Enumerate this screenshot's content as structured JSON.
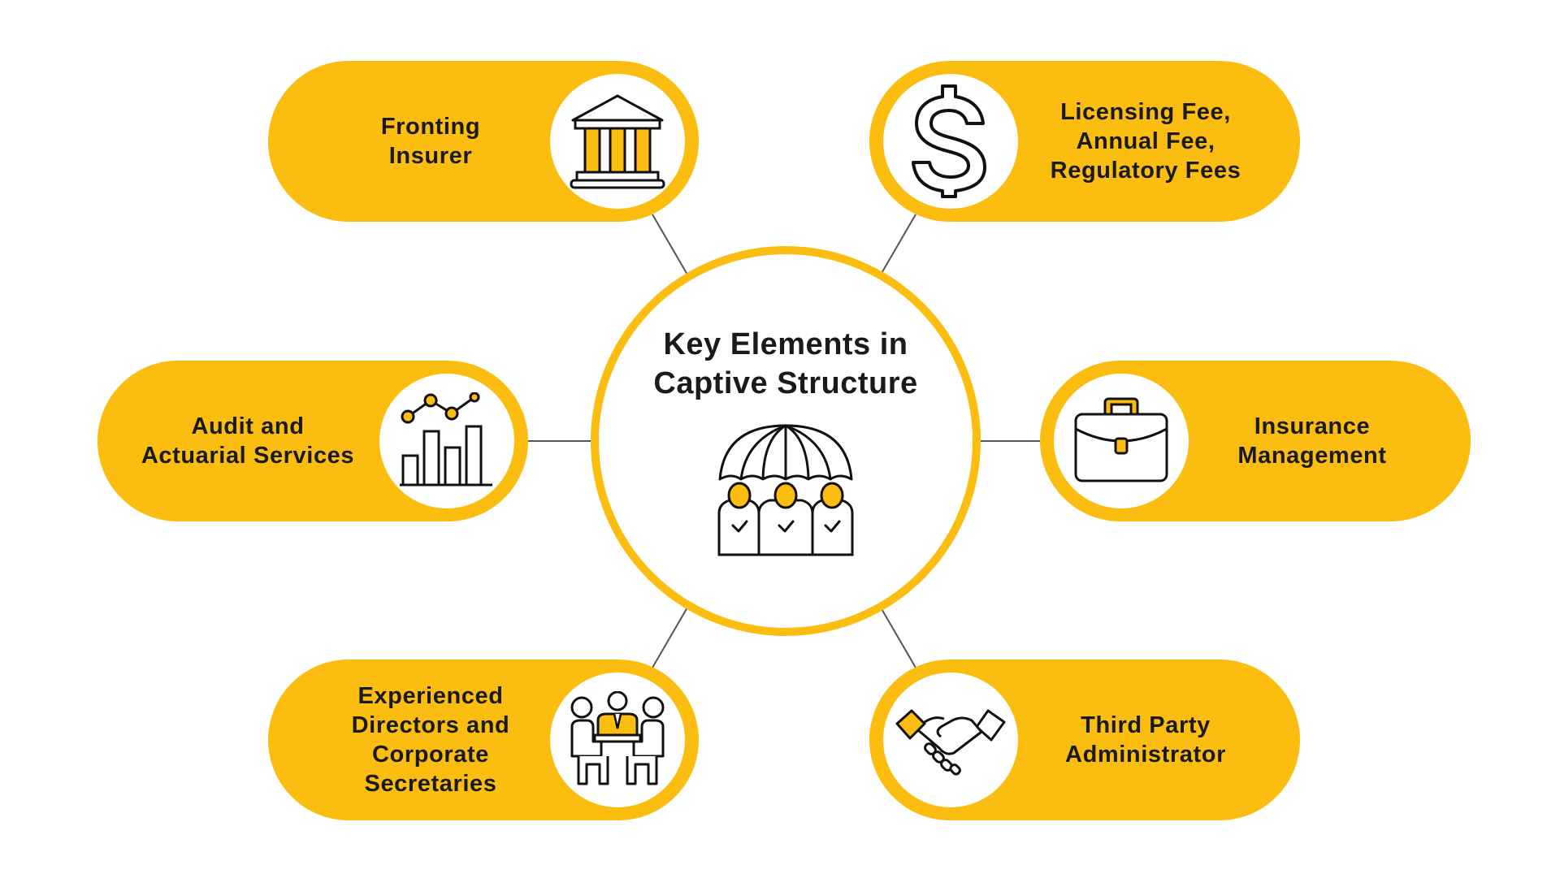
{
  "diagram": {
    "center": {
      "title_lines": [
        "Key Elements in",
        "Captive Structure"
      ],
      "icon": "umbrella-people-icon"
    },
    "elements": [
      {
        "id": "fronting-insurer",
        "lines": [
          "Fronting",
          "Insurer"
        ],
        "icon": "bank-building-icon"
      },
      {
        "id": "licensing-fees",
        "lines": [
          "Licensing Fee,",
          "Annual Fee,",
          "Regulatory Fees"
        ],
        "icon": "dollar-sign-icon"
      },
      {
        "id": "audit-actuarial",
        "lines": [
          "Audit and",
          "Actuarial Services"
        ],
        "icon": "bar-chart-icon"
      },
      {
        "id": "insurance-management",
        "lines": [
          "Insurance",
          "Management"
        ],
        "icon": "briefcase-icon"
      },
      {
        "id": "directors-secretaries",
        "lines": [
          "Experienced",
          "Directors and",
          "Corporate",
          "Secretaries"
        ],
        "icon": "meeting-people-icon"
      },
      {
        "id": "third-party-admin",
        "lines": [
          "Third Party",
          "Administrator"
        ],
        "icon": "handshake-icon"
      }
    ],
    "colors": {
      "accent": "#FBBD0F",
      "text": "#1a1a1a",
      "line": "#555555",
      "background": "#ffffff"
    }
  }
}
